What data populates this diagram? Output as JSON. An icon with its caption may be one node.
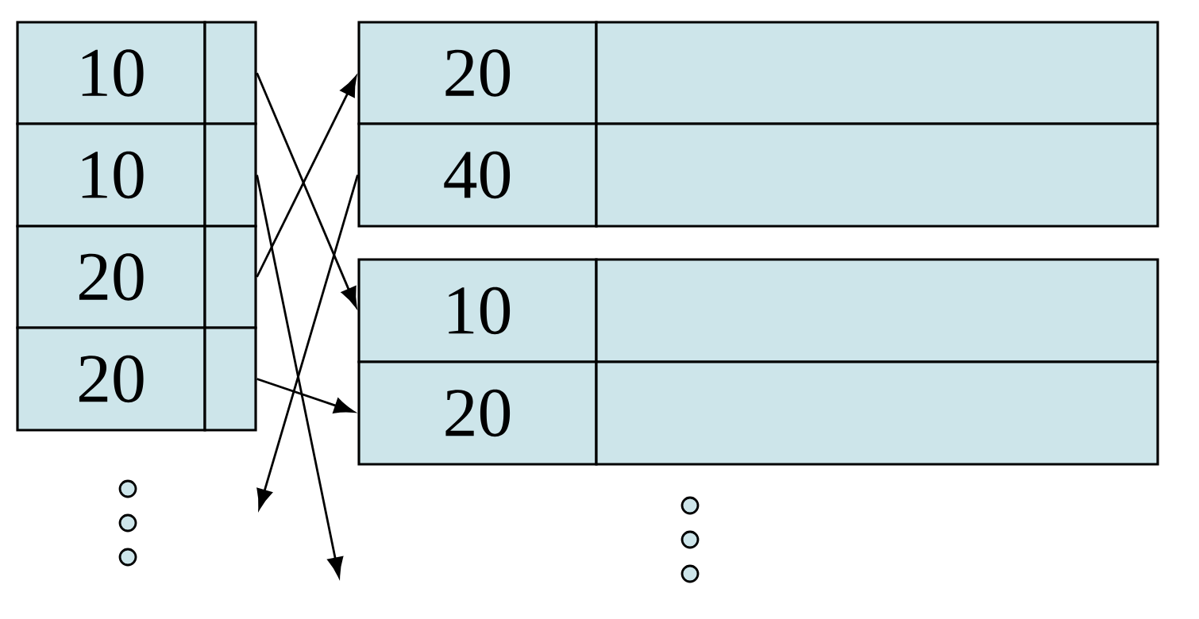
{
  "diagram": {
    "nodes": [
      {
        "text": [
          "10"
        ]
      },
      {
        "text": [],
        "shape": "box"
      },
      {
        "text": [
          "10"
        ]
      },
      {
        "text": [],
        "shape": "box"
      },
      {
        "text": [
          "20"
        ]
      },
      {
        "text": [],
        "shape": "box"
      },
      {
        "text": [
          "20"
        ]
      },
      {
        "text": [],
        "shape": "box"
      },
      {
        "text": [
          "20"
        ]
      },
      {
        "text": [],
        "shape": "box"
      },
      {
        "text": [
          "40"
        ]
      },
      {
        "text": [],
        "shape": "box"
      },
      {
        "text": [
          "10"
        ]
      },
      {
        "text": [],
        "shape": "box"
      },
      {
        "text": [
          "20"
        ]
      },
      {
        "text": [],
        "shape": "box"
      }
    ],
    "edges": [
      {
        "from": 1,
        "to": 12,
        "arrow": "to"
      },
      {
        "from": 3,
        "to": null,
        "arrow": "to"
      },
      {
        "from": 5,
        "to": 8,
        "arrow": "to"
      },
      {
        "from": 7,
        "to": 14,
        "arrow": "to"
      },
      {
        "from": 10,
        "to": null,
        "arrow": "to"
      }
    ]
  }
}
